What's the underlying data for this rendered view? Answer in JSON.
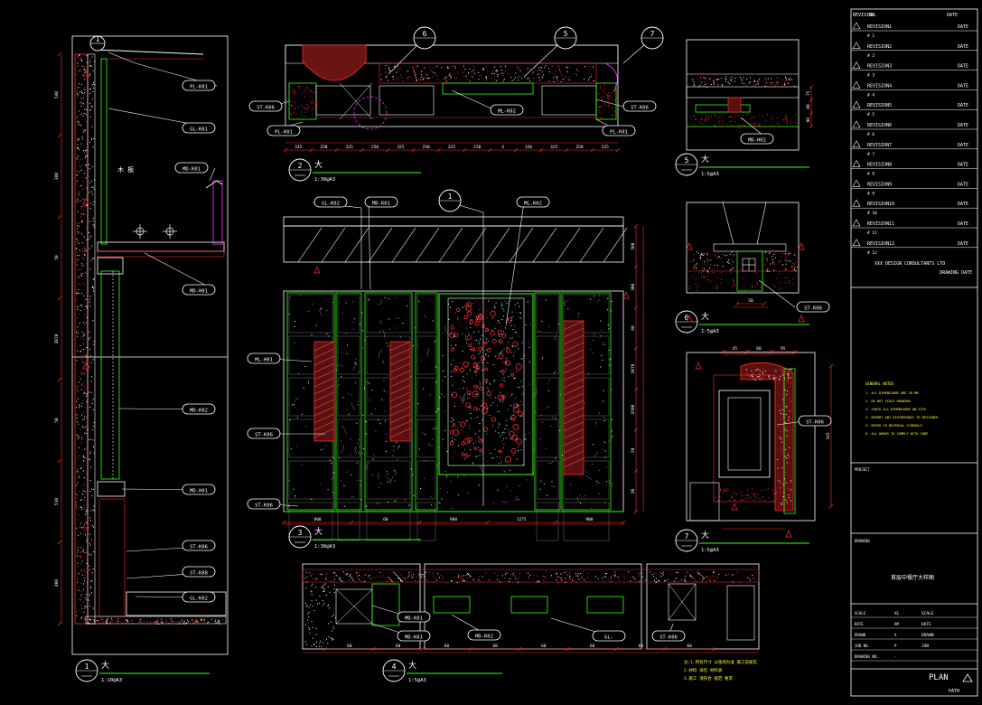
{
  "colors": {
    "background": "#000000",
    "white": "#ffffff",
    "red": "#ff2a2a",
    "green": "#39ff14",
    "yellow": "#ffff33",
    "magenta": "#ff33ff",
    "cyan": "#33ffff",
    "blue": "#3355ff",
    "gray": "#8a8a8a"
  },
  "tags": {
    "pl_k01": "PL-K01",
    "gl_k01": "GL-K01",
    "md_k01": "MD-K01",
    "md_h01": "MD-H01",
    "md_k02": "MD-K02",
    "st_k06": "ST-K06",
    "st_k08": "ST-K08",
    "gl_k02": "GL-K02",
    "ml_k02": "ML-K02",
    "pl_k01b": "PL-K01",
    "st_k06b": "ST-K06",
    "st_k06c": "ST-K06",
    "ml_h01": "ML-H01",
    "st_k06d": "ST-K06",
    "st_k06e": "ST-K06",
    "md_h02": "MD-H02",
    "st_k06f": "ST-K06",
    "st_k06g": "ST-K06",
    "md_k01b": "MD-K01",
    "md_k02b": "MD-K02",
    "md_k01c": "MD-K01",
    "gl_b": "GL-",
    "st_k06h": "ST-K06"
  },
  "callouts": {
    "c6": "6",
    "c5": "5",
    "c7": "7",
    "c1": "1"
  },
  "views": {
    "v1": {
      "num": "1",
      "scale": "1:10@A3",
      "glyph": "大"
    },
    "v2": {
      "num": "2",
      "scale": "1:30@A3",
      "glyph": "大"
    },
    "v3": {
      "num": "3",
      "scale": "1:30@A3",
      "glyph": "大"
    },
    "v4": {
      "num": "4",
      "scale": "1:5@A3",
      "glyph": "大"
    },
    "v5": {
      "num": "5",
      "scale": "1:5@A3",
      "glyph": "大"
    },
    "v6": {
      "num": "6",
      "scale": "1:5@A3",
      "glyph": "大"
    },
    "v7": {
      "num": "7",
      "scale": "1:5@A3",
      "glyph": "大"
    }
  },
  "section_text": {
    "wood": "木 板",
    "note_left_mark": "木 板"
  },
  "dims": {
    "top": [
      "335",
      "250",
      "325",
      "250",
      "325",
      "250",
      "325",
      "150",
      "4",
      "150",
      "325",
      "250",
      "325"
    ],
    "elev_bottom": [
      "900",
      "60",
      "900",
      "1275",
      "900"
    ],
    "elev_right": [
      "500",
      "300",
      "60",
      "2070",
      "3590",
      "20",
      "20"
    ],
    "left": [
      "540",
      "380",
      "50",
      "2070",
      "50",
      "510",
      "400"
    ],
    "v4": [
      "60",
      "60",
      "60",
      "60",
      "60",
      "60",
      "60",
      "60"
    ],
    "v5": [
      "75",
      "80",
      "90"
    ],
    "v6": [
      "50"
    ],
    "v7": [
      "45",
      "60",
      "95",
      "345"
    ]
  },
  "title_block": {
    "header_rev": "REVISION",
    "header_no": "No.",
    "header_date": "DATE",
    "rows": [
      {
        "no": "# 1",
        "rev": "REVISION1",
        "date": "DATE"
      },
      {
        "no": "# 2",
        "rev": "REVISION2",
        "date": "DATE"
      },
      {
        "no": "# 3",
        "rev": "REVISION3",
        "date": "DATE"
      },
      {
        "no": "# 4",
        "rev": "REVISION4",
        "date": "DATE"
      },
      {
        "no": "# 5",
        "rev": "REVISION5",
        "date": "DATE"
      },
      {
        "no": "# 6",
        "rev": "REVISION6",
        "date": "DATE"
      },
      {
        "no": "# 7",
        "rev": "REVISION7",
        "date": "DATE"
      },
      {
        "no": "# 8",
        "rev": "REVISION8",
        "date": "DATE"
      },
      {
        "no": "# 9",
        "rev": "REVISION9",
        "date": "DATE"
      },
      {
        "no": "# 10",
        "rev": "REVISION10",
        "date": "DATE"
      },
      {
        "no": "# 11",
        "rev": "REVISION11",
        "date": "DATE"
      },
      {
        "no": "# 12",
        "rev": "REVISION12",
        "date": "DATE"
      }
    ],
    "company": "XXX DESIGN CONSULTANTS LTD",
    "drawing_no": "DRAWING DATE",
    "notes_title": "GENERAL NOTES",
    "notes": [
      "1. ALL DIMENSIONS ARE IN MM",
      "2. DO NOT SCALE DRAWING",
      "3. CHECK ALL DIMENSIONS ON SITE",
      "4. REPORT ANY DISCREPANCY TO DESIGNER",
      "5. REFER TO MATERIAL SCHEDULE",
      "6. ALL WORKS TO COMPLY WITH CODE"
    ],
    "project_label": "PROJECT",
    "drawing_label": "DRAWING",
    "drawing_title": "首层中餐厅大样图",
    "meta": [
      {
        "k": "SCALE",
        "v": "AS",
        "k2": "SCALE"
      },
      {
        "k": "DATE",
        "v": "AM",
        "k2": "DATE"
      },
      {
        "k": "DRAWN",
        "v": "A",
        "k2": "DRAWN"
      },
      {
        "k": "JOB NO.",
        "v": "P",
        "k2": "JOB"
      },
      {
        "k": "DRAWING NO.",
        "v": "-",
        "k2": ""
      }
    ],
    "plan": "PLAN",
    "path": "PATH"
  },
  "bottom_note": [
    "注:1.所有尺寸 以现场为准 施工前核实",
    "2.材料 详见 材料表",
    "3.施工 须符合 规范 要求"
  ]
}
